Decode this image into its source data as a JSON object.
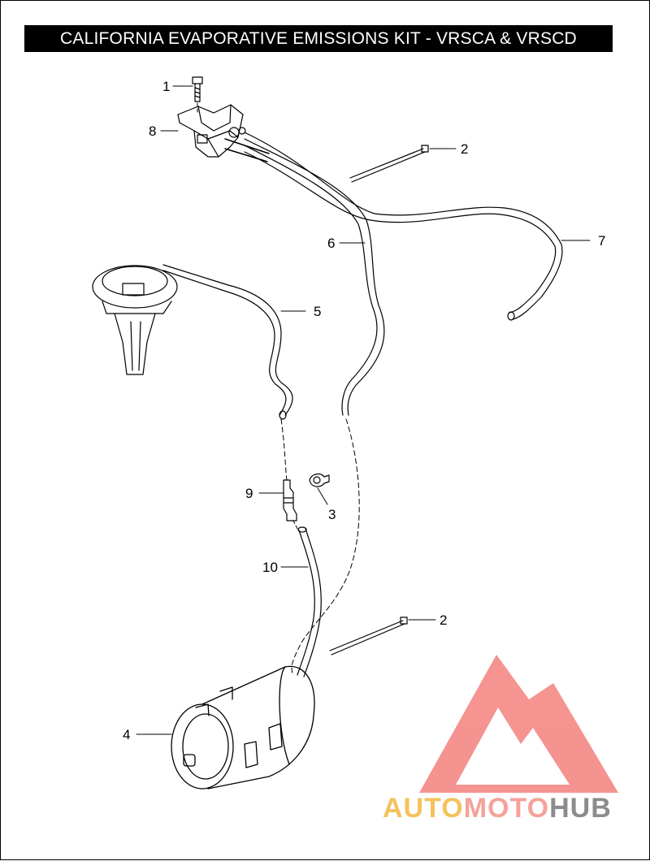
{
  "title": "CALIFORNIA EVAPORATIVE EMISSIONS KIT - VRSCA & VRSCD",
  "callouts": [
    "1",
    "2",
    "2",
    "3",
    "4",
    "5",
    "6",
    "7",
    "8",
    "9",
    "10"
  ],
  "watermark": {
    "part1": "AUTO",
    "part2": "MOTO",
    "part3": "HUB"
  },
  "colors": {
    "line": "#000000",
    "watermark_red": "#f2706b",
    "watermark_yellow": "#f5c15b",
    "watermark_gray": "#8c8c8c"
  }
}
